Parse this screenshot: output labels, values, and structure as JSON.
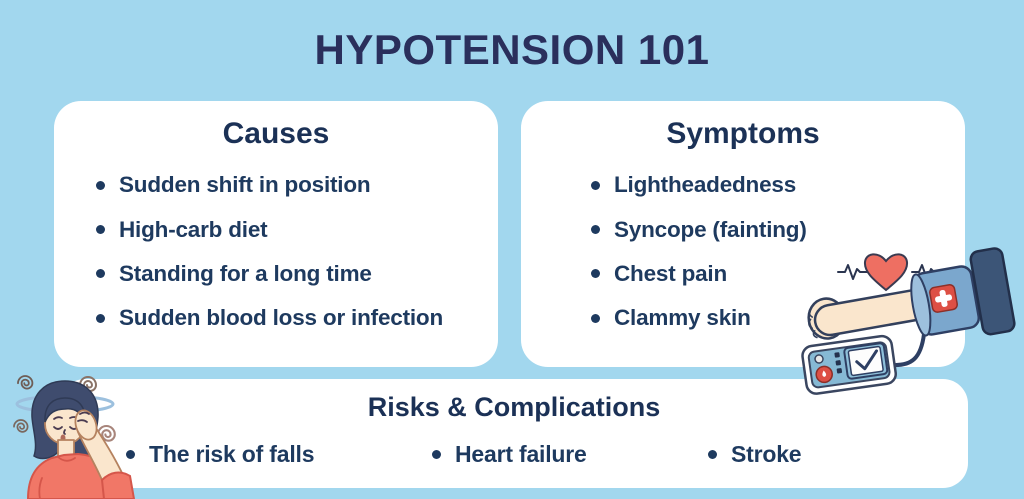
{
  "header": {
    "title": "HYPOTENSION 101"
  },
  "cards": {
    "causes": {
      "title": "Causes",
      "items": [
        "Sudden shift in position",
        "High-carb diet",
        "Standing for a long time",
        "Sudden blood loss or infection"
      ]
    },
    "symptoms": {
      "title": "Symptoms",
      "items": [
        "Lightheadedness",
        "Syncope (fainting)",
        "Chest pain",
        "Clammy skin"
      ]
    },
    "risks": {
      "title": "Risks & Complications",
      "items": [
        "The risk of falls",
        "Heart failure",
        "Stroke"
      ]
    }
  },
  "illustrations": {
    "bp_monitor": "arm-with-blood-pressure-cuff-monitor-and-heart-ecg",
    "dizzy_woman": "dizzy-woman-holding-head-with-swirls"
  },
  "colors": {
    "bg": "#A2D7EE",
    "card": "#FFFFFF",
    "title-ink": "#2A2F5C",
    "head-ink": "#1B3156",
    "body-ink": "#1E3A5F",
    "heart": "#EE6F62",
    "cuff": "#7BA7CD",
    "sleeve": "#3C5577",
    "skin": "#FAE6CD",
    "hair": "#3F4C6E",
    "shirt": "#F17767",
    "monitor-red": "#DD4F44",
    "halo": "#9CC0DE"
  }
}
